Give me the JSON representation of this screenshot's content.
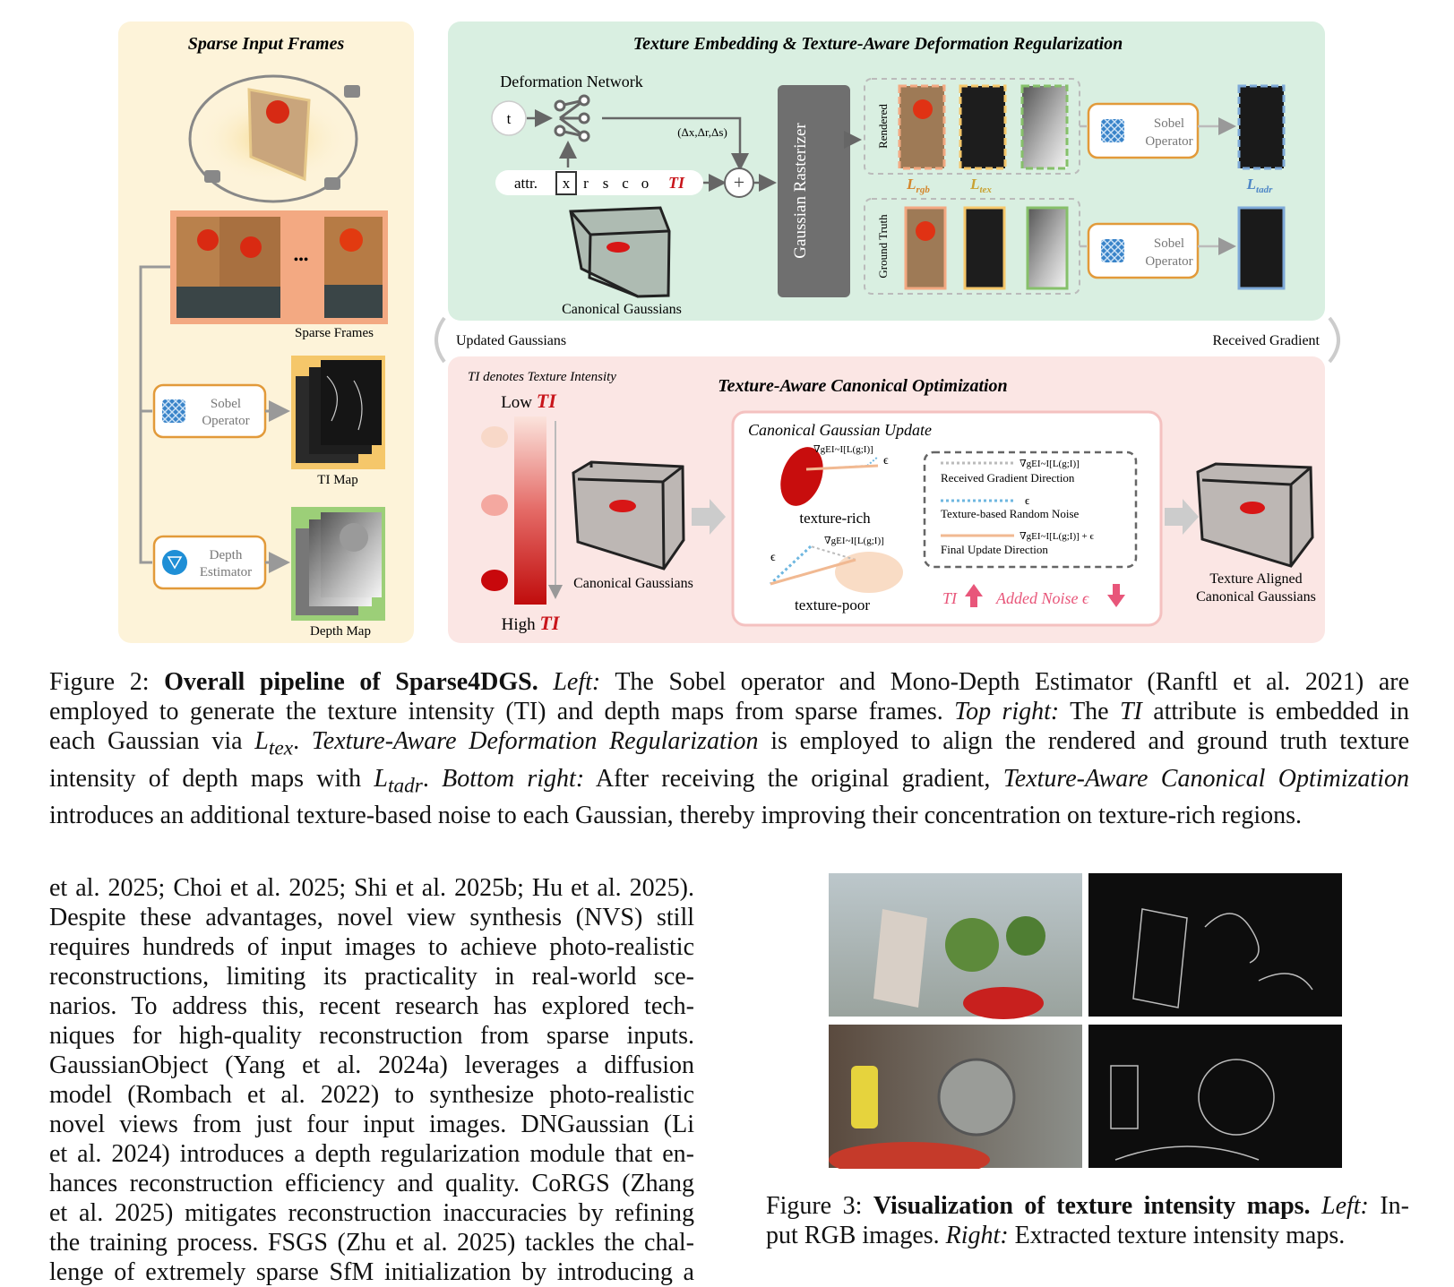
{
  "figure2": {
    "left_panel": {
      "title": "Sparse Input Frames",
      "sparse_frames_label": "Sparse  Frames",
      "ellipsis": "•••",
      "sobel_label_1": "Sobel",
      "sobel_label_2": "Operator",
      "ti_map_label": "TI Map",
      "depth_label_1": "Depth",
      "depth_label_2": "Estimator",
      "depth_map_label": "Depth Map"
    },
    "top_panel": {
      "title": "Texture Embedding & Texture-Aware Deformation Regularization",
      "deformation_network": "Deformation Network",
      "t_label": "t",
      "delta_label": "(Δx,Δr,Δs)",
      "attr_label": "attr.",
      "attr_items": [
        "x",
        "r",
        "s",
        "c",
        "o"
      ],
      "ti_label": "TI",
      "plus_symbol": "+",
      "canonical_gaussians": "Canonical Gaussians",
      "rasterizer": "Gaussian Rasterizer",
      "rendered": "Rendered",
      "ground_truth": "Ground Truth",
      "loss_rgb": "L",
      "loss_rgb_sub": "rgb",
      "loss_tex": "L",
      "loss_tex_sub": "tex",
      "loss_tadr": "L",
      "loss_tadr_sub": "tadr",
      "sobel_1": "Sobel",
      "sobel_2": "Operator"
    },
    "arrows": {
      "updated_gaussians": "Updated Gaussians",
      "received_gradient": "Received Gradient"
    },
    "bottom_panel": {
      "ti_note": "TI denotes Texture Intensity",
      "title": "Texture-Aware Canonical Optimization",
      "low": "Low",
      "high": "High",
      "ti": "TI",
      "canonical_gaussians": "Canonical Gaussians",
      "update_title": "Canonical Gaussian Update",
      "grad_expr": "∇gEI~I[L(g;I)]",
      "epsilon": "ϵ",
      "grad_eps_expr": "∇gEI~I[L(g;I)] + ϵ",
      "texture_rich": "texture-rich",
      "texture_poor": "texture-poor",
      "legend_received": "Received Gradient Direction",
      "legend_noise": "Texture-based  Random Noise",
      "legend_final": "Final Update Direction",
      "ti_up": "TI",
      "added_noise": "Added Noise",
      "aligned_1": "Texture Aligned",
      "aligned_2": "Canonical Gaussians"
    }
  },
  "caption2": {
    "label": "Figure 2: ",
    "bold": "Overall pipeline of Sparse4DGS.",
    "lines": [
      [
        "Left:",
        " The Sobel operator and Mono-Depth Estimator (Ranftl et al. 2021) are"
      ],
      [
        "employed to generate the texture intensity (TI) and depth maps from sparse frames. ",
        "Top right:",
        " The ",
        "TI",
        " attribute is embedded in"
      ],
      [
        "each Gaussian via ",
        "L",
        "tex",
        ". ",
        "Texture-Aware Deformation Regularization",
        " is employed to align the rendered and ground truth texture"
      ],
      [
        "intensity of depth maps with ",
        "L",
        "tadr",
        ". ",
        "Bottom right:",
        " After receiving the original gradient, ",
        "Texture-Aware Canonical Optimization"
      ],
      [
        "introduces an additional texture-based noise to each Gaussian, thereby improving their concentration on texture-rich regions."
      ]
    ]
  },
  "body": {
    "lines": [
      "et al. 2025; Choi et al. 2025; Shi et al. 2025b; Hu et al. 2025).",
      "Despite these advantages, novel view synthesis (NVS) still",
      "requires hundreds of input images to achieve photo-realistic",
      "reconstructions, limiting its practicality in real-world sce-",
      "narios. To address this, recent research has explored tech-",
      "niques for high-quality reconstruction from sparse inputs.",
      "GaussianObject (Yang et al. 2024a) leverages a diffusion",
      "model (Rombach et al. 2022) to synthesize photo-realistic",
      "novel views from just four input images. DNGaussian (Li",
      "et al. 2024) introduces a depth regularization module that en-",
      "hances reconstruction efficiency and quality. CoRGS (Zhang",
      "et al. 2025) mitigates reconstruction inaccuracies by refining",
      "the training process. FSGS (Zhu et al. 2025) tackles the chal-",
      "lenge of extremely sparse SfM initialization by introducing a"
    ]
  },
  "caption3": {
    "label": "Figure 3: ",
    "bold": "Visualization of texture intensity maps.",
    "left": "Left:",
    "text1": " In-",
    "text2": "put RGB images. ",
    "right": "Right:",
    "text3": " Extracted texture intensity maps."
  },
  "colors": {
    "left_bg": "#fdf3d9",
    "top_bg": "#d9efe1",
    "bottom_bg": "#fbe6e4",
    "orange": "#e29a3a",
    "red_ti": "#c8151b",
    "green": "#86c06a",
    "blue": "#7ea9d8"
  }
}
